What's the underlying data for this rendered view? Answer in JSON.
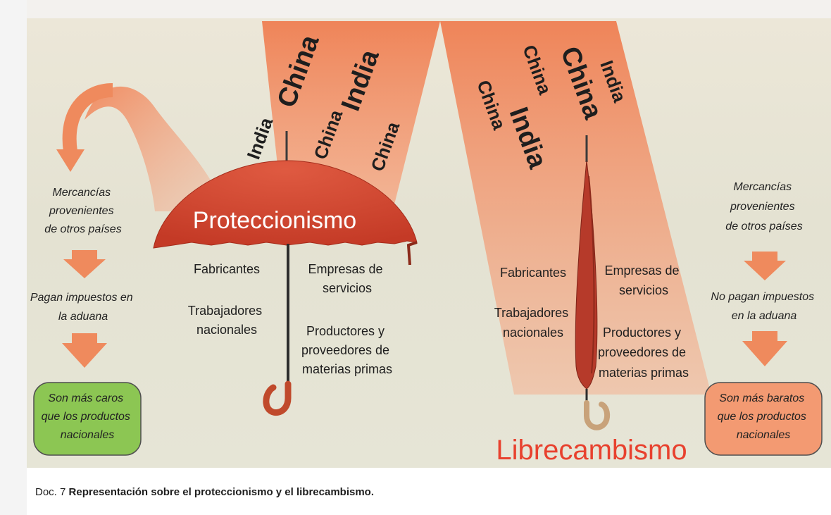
{
  "title_left": "Proteccionismo",
  "title_right": "Librecambismo",
  "country_words": {
    "left": [
      "India",
      "China",
      "China",
      "India",
      "China"
    ],
    "right": [
      "China",
      "China",
      "China",
      "India",
      "India"
    ]
  },
  "left_flow": {
    "goods": [
      "Mercancías",
      "provenientes",
      "de otros países"
    ],
    "taxes": [
      "Pagan impuestos en",
      "la aduana"
    ],
    "result": [
      "Son más caros",
      "que los productos",
      "nacionales"
    ]
  },
  "right_flow": {
    "goods": [
      "Mercancías",
      "provenientes",
      "de otros países"
    ],
    "taxes": [
      "No pagan impuestos",
      "en la aduana"
    ],
    "result": [
      "Son más baratos",
      "que los productos",
      "nacionales"
    ]
  },
  "actors_left": {
    "fabricantes": "Fabricantes",
    "trabajadores": [
      "Trabajadores",
      "nacionales"
    ],
    "empresas": [
      "Empresas de",
      "servicios"
    ],
    "productores": [
      "Productores y",
      "proveedores de",
      "materias primas"
    ]
  },
  "actors_right": {
    "fabricantes": "Fabricantes",
    "trabajadores": [
      "Trabajadores",
      "nacionales"
    ],
    "empresas": [
      "Empresas de",
      "servicios"
    ],
    "productores": [
      "Productores y",
      "proveedores de",
      "materias primas"
    ]
  },
  "caption": {
    "doc": "Doc. 7",
    "text": "Representación sobre el proteccionismo y el librecambismo."
  },
  "colors": {
    "beam": "#f08a5c",
    "arrow": "#ef8a5d",
    "umbrella": "#d74934",
    "title_left": "#ffffff",
    "title_right": "#e8412e",
    "box_left": "#8cc653",
    "box_right": "#f39a72"
  }
}
